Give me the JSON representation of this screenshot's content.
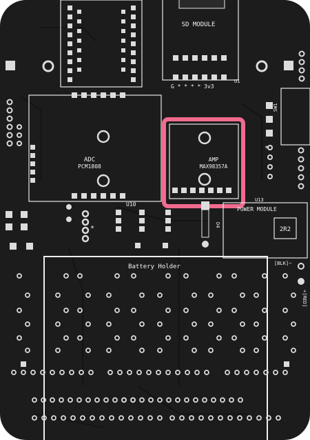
{
  "labels": {
    "sd_title": "SD MODULE",
    "sd_pins": "G  *  *  *  *  3v3",
    "u1": "U1",
    "adc_title": "ADC",
    "adc_part": "PCM1808",
    "u10": "U10",
    "amp_title": "AMP",
    "amp_part": "MAX98357A",
    "power_title": "POWER MODULE",
    "resistor": "2R2",
    "u13": "U13",
    "d4": "D4",
    "sw": "SW1",
    "battery": "Battery Holder",
    "blk": "[BLK]−",
    "red": "+[RED]",
    "star1": "*",
    "star2": "*"
  },
  "colors": {
    "board": "#1c1c1c",
    "silk": "#e8e8e8",
    "pad": "#dcdcdc",
    "highlight": "#f06b8e",
    "copper": "#131313"
  }
}
